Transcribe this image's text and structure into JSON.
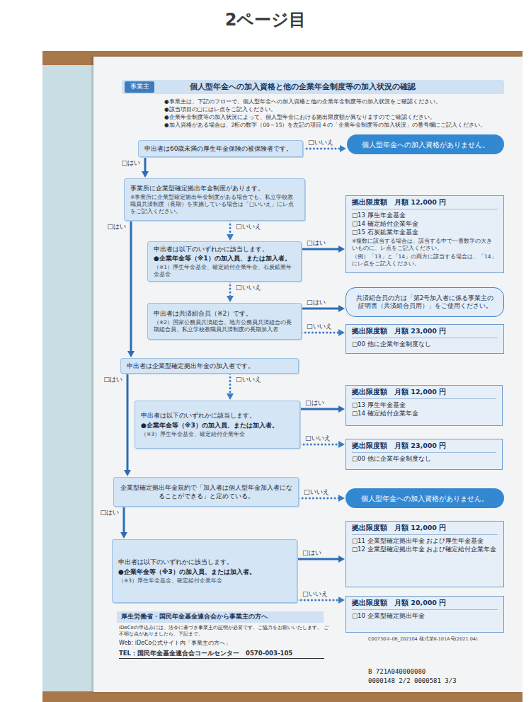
{
  "diagram": {
    "title": "2ページ目",
    "nodes": [
      {
        "text": [
          "個人型年金への加入資格と他の企業年金制度等の加入状況の確認"
        ]
      },
      {
        "text": [
          "事業主"
        ],
        "in": 0
      },
      {
        "text": [
          "申出者は60歳未満の厚生年金保険の被保険者です。"
        ]
      },
      {
        "text": [
          "個人型年金への加入資格がありません。"
        ]
      },
      {
        "text": [
          "事業所に企業型確定拠出年金制度があります。",
          "※事業所に企業型確定拠出年金制度がある場合でも、私立学校教職員共済制度（長期）を実施している場合は「□いいえ」にレ点をご記入ください。"
        ]
      },
      {
        "text": [
          "申出者は以下のいずれかに該当します。",
          "●企業年金等（※1）の加入員、または加入者。",
          "（※1）厚生年金基金、確定給付企業年金、石炭鉱業年金基金"
        ]
      },
      {
        "text": [
          "拠出限度額　月額 12,000 円",
          "□13 厚生年金基金",
          "□14 確定給付企業年金",
          "□15 石炭鉱業年金基金",
          "※複数に該当する場合は、該当する中で一番数字の大きいものに、レ点をご記入ください。",
          "（例）「13」と「14」の両方に該当する場合は、「14」にレ点をご記入ください。"
        ]
      },
      {
        "text": [
          "申出者は共済組合員（※2）です。",
          "（※2）国家公務員共済組合、地方公務員共済組合の長期組合員、私立学校教職員共済制度の長期加入者"
        ]
      },
      {
        "text": [
          "共済組合員の方は「第2号加入者に係る事業主の証明書（共済組合員用）」をご使用ください。"
        ]
      },
      {
        "text": [
          "拠出限度額　月額 23,000 円",
          "□00 他に企業年金制度なし"
        ]
      },
      {
        "text": [
          "申出者は企業型確定拠出年金の加入者です。"
        ]
      },
      {
        "text": [
          "申出者は以下のいずれかに該当します。",
          "●企業年金等（※3）の加入員、または加入者。",
          "（※3）厚生年金基金、確定給付企業年金"
        ]
      },
      {
        "text": [
          "拠出限度額　月額 12,000 円",
          "□13 厚生年金基金",
          "□14 確定給付企業年金"
        ]
      },
      {
        "text": [
          "拠出限度額　月額 23,000 円",
          "□00 他に企業年金制度なし"
        ]
      },
      {
        "text": [
          "企業型確定拠出年金規約で「加入者は個人型年金加入者になることができる」と定めている。"
        ]
      },
      {
        "text": [
          "個人型年金への加入資格がありません。"
        ]
      },
      {
        "text": [
          "申出者は以下のいずれかに該当します。",
          "●企業年金等（※3）の加入員、または加入者。",
          "（※3）厚生年金基金、確定給付企業年金"
        ]
      },
      {
        "text": [
          "拠出限度額　月額 12,000 円",
          "□11 企業型確定拠出年金 および厚生年金基金",
          "□12 企業型確定拠出年金 および確定給付企業年金"
        ]
      },
      {
        "text": [
          "拠出限度額　月額 20,000 円",
          "□10 企業型確定拠出年金"
        ]
      },
      {
        "text": [
          "厚生労働省・国民年金基金連合会から事業主の方へ"
        ]
      }
    ],
    "edges": [
      {
        "from": 2,
        "to": 3,
        "label": "□いいえ",
        "arrow": "to"
      },
      {
        "from": 2,
        "to": 4,
        "label": "□はい",
        "arrow": "to"
      },
      {
        "from": 4,
        "to": 5,
        "label": "□いいえ",
        "arrow": "to"
      },
      {
        "from": 5,
        "to": 6,
        "label": "□はい",
        "arrow": "to"
      },
      {
        "from": 5,
        "to": 7,
        "label": "□いいえ",
        "arrow": "to"
      },
      {
        "from": 7,
        "to": 8,
        "label": "□はい",
        "arrow": "to"
      },
      {
        "from": 7,
        "to": 9,
        "label": "□いいえ",
        "arrow": "to"
      },
      {
        "from": 4,
        "to": 10,
        "label": "□はい",
        "arrow": "to"
      },
      {
        "from": 10,
        "to": 11,
        "label": "□いいえ",
        "arrow": "to"
      },
      {
        "from": 11,
        "to": 12,
        "label": "□はい",
        "arrow": "to"
      },
      {
        "from": 11,
        "to": 13,
        "label": "□いいえ",
        "arrow": "to"
      },
      {
        "from": 10,
        "to": 14,
        "label": "□はい",
        "arrow": "to"
      },
      {
        "from": 14,
        "to": 15,
        "label": "□いいえ",
        "arrow": "to"
      },
      {
        "from": 14,
        "to": 16,
        "label": "□はい",
        "arrow": "to"
      },
      {
        "from": 16,
        "to": 17,
        "label": "□はい",
        "arrow": "to"
      },
      {
        "from": 16,
        "to": 18,
        "label": "□いいえ",
        "arrow": "to"
      }
    ],
    "labels": [
      "●事業主は、下記のフローで、個人型年金への加入資格と他の企業年金制度等の加入状況をご確認ください。",
      "●該当項目の□にはレ点をご記入ください。",
      "●企業年金制度等の加入状況によって、個人型年金における拠出限度額が異なりますのでご確認ください。",
      "●加入資格がある場合は、2桁の数字（00～15）を左記の項目４の「企業年金制度等の加入状況」の番号欄にご記入ください。",
      "iDeCoの申込みには、法令に基づき事業主の証明が必要です。ご協力をお願いいたします。 ご不明な点がありましたら、下記まで。",
      "Web: iDeCo公式サイト内「事業主の方へ」",
      "TEL：国民年金基金連合会コールセンター　0570-003-105",
      "C00730②-06_202104 様式第K-101A号(2021.04)",
      "B 721A040000080",
      "0000148 2/2 0000581 3/3"
    ]
  }
}
